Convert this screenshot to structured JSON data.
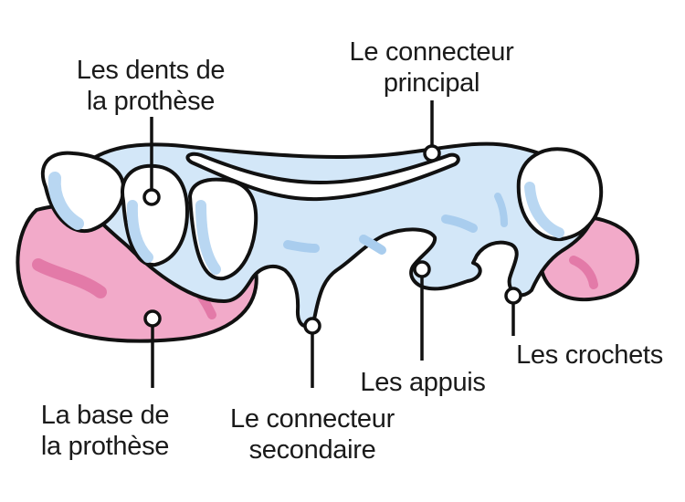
{
  "labels": {
    "dents": {
      "line1": "Les dents de",
      "line2": "la prothèse"
    },
    "connecteur_principal": {
      "line1": "Le connecteur",
      "line2": "principal"
    },
    "base": {
      "line1": "La base de",
      "line2": "la prothèse"
    },
    "connecteur_secondaire": {
      "line1": "Le connecteur",
      "line2": "secondaire"
    },
    "appuis": {
      "line1": "Les appuis"
    },
    "crochets": {
      "line1": "Les crochets"
    }
  },
  "colors": {
    "outline": "#111111",
    "plate": "#d3e7f8",
    "plate_highlight": "#a9cdee",
    "gum": "#f2aac9",
    "gum_dark": "#e37aa8",
    "tooth": "#ffffff",
    "tooth_shade": "#b9d7f2"
  }
}
